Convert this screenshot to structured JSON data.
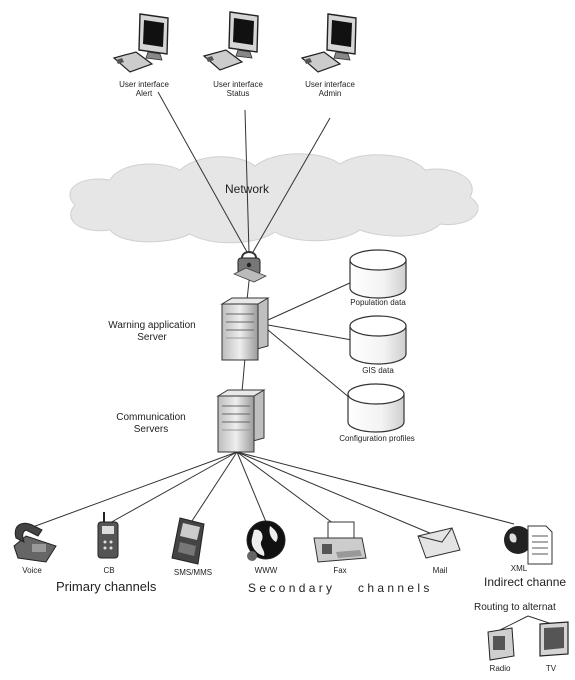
{
  "nodes": {
    "ui_alert": {
      "line1": "User interface",
      "line2": "Alert",
      "icon": "workstation-icon"
    },
    "ui_status": {
      "line1": "User interface",
      "line2": "Status",
      "icon": "workstation-icon"
    },
    "ui_admin": {
      "line1": "User interface",
      "line2": "Admin",
      "icon": "workstation-icon"
    },
    "network": {
      "label": "Network",
      "icon": "cloud-icon"
    },
    "firewall": {
      "icon": "lock-icon"
    },
    "warning_server": {
      "line1": "Warning application",
      "line2": "Server",
      "icon": "server-icon"
    },
    "comm_server": {
      "line1": "Communication",
      "line2": "Servers",
      "icon": "server-icon"
    },
    "population_data": {
      "label": "Population data",
      "icon": "database-icon"
    },
    "gis_data": {
      "label": "GIS data",
      "icon": "database-icon"
    },
    "config_profiles": {
      "label": "Configuration profiles",
      "icon": "database-icon"
    }
  },
  "channels": [
    {
      "key": "voice",
      "label": "Voice",
      "icon": "telephone-icon"
    },
    {
      "key": "cb",
      "label": "CB",
      "icon": "walkie-talkie-icon"
    },
    {
      "key": "sms",
      "label": "SMS/MMS",
      "icon": "mobile-phone-icon"
    },
    {
      "key": "www",
      "label": "WWW",
      "icon": "globe-icon"
    },
    {
      "key": "fax",
      "label": "Fax",
      "icon": "fax-icon"
    },
    {
      "key": "mail",
      "label": "Mail",
      "icon": "envelope-icon"
    },
    {
      "key": "xml",
      "label": "XML",
      "icon": "xml-document-icon"
    }
  ],
  "groups": {
    "primary": "Primary channels",
    "secondary": "S e c o n d a r y",
    "channels_word": "c h a n n e l s",
    "indirect": "Indirect channe",
    "routing": "Routing to alternat"
  },
  "indirect": [
    {
      "key": "radio",
      "label": "Radio",
      "icon": "radio-icon"
    },
    {
      "key": "tv",
      "label": "TV",
      "icon": "tv-icon"
    }
  ],
  "colors": {
    "line": "#333333",
    "cloud": "#e4e4e4",
    "device": "#555555",
    "server": "#d8d8d8"
  }
}
